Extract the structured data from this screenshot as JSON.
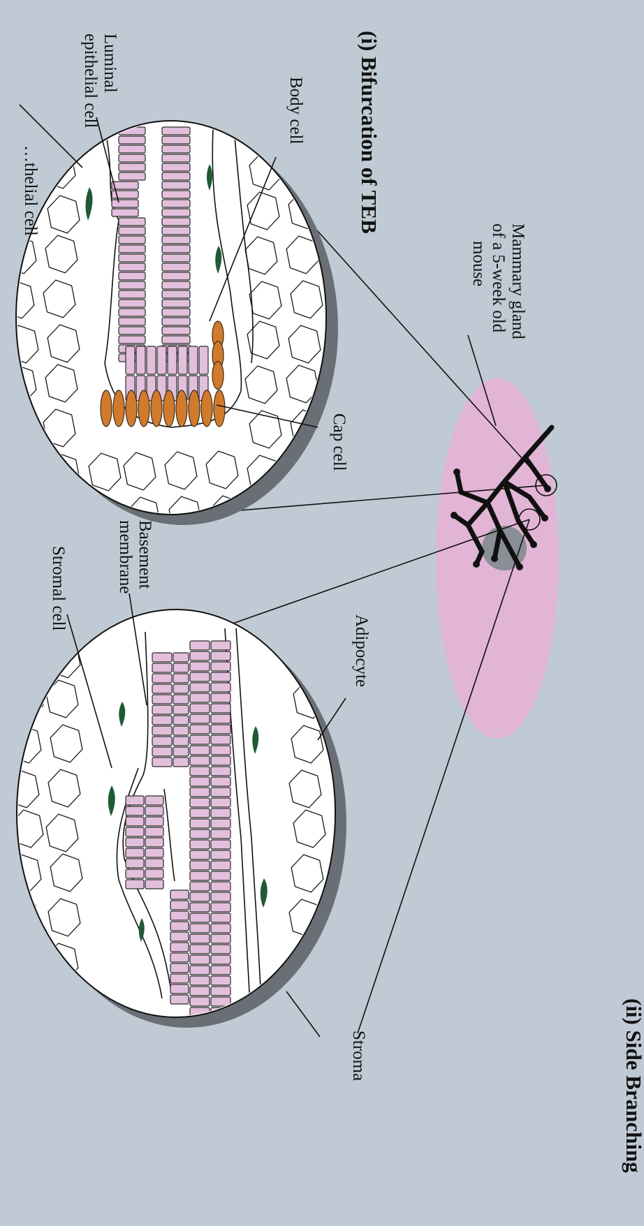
{
  "titles": {
    "bifurcation": "(i) Bifurcation of TEB",
    "side_branching": "(ii) Side Branching"
  },
  "labels": {
    "gland_line1": "Mammary gland",
    "gland_line2": "of a 5-week old",
    "gland_line3": "mouse",
    "body_cell": "Body cell",
    "luminal_line1": "Luminal",
    "luminal_line2": "epithelial cell",
    "cap_cell": "Cap cell",
    "basement_line1": "Basement",
    "basement_line2": "membrane",
    "stromal_cell": "Stromal cell",
    "adipocyte": "Adipocyte",
    "stroma": "Stroma",
    "cut_off": "…thelial cell"
  },
  "colors": {
    "background": "#c0cad4",
    "luminal_cell": "#e2bfdd",
    "cap_cell": "#d27a2c",
    "stromal_cell": "#1f5a35",
    "gland_fat_pad": "#e6b3d6",
    "lymph_node": "#8a8f96"
  }
}
